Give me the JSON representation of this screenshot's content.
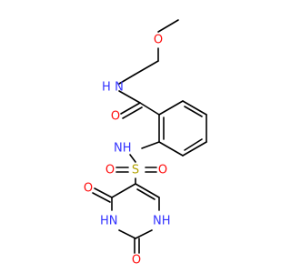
{
  "atoms": {
    "o_methoxy": "O",
    "n_amide": "N",
    "h_amide": "H",
    "o_carbonyl": "O",
    "nh_sulfonamide": "NH",
    "s_sulfonyl": "S",
    "o_sulfonyl_left": "O",
    "o_sulfonyl_right": "O",
    "o_ring_upper": "O",
    "nh_ring_right": "NH",
    "hn_ring_left": "HN",
    "o_ring_lower": "O"
  },
  "colors": {
    "bond": "#000000",
    "nitrogen": "#3333ff",
    "oxygen": "#ff0d0d",
    "sulfur": "#b3a200",
    "background": "#ffffff"
  }
}
